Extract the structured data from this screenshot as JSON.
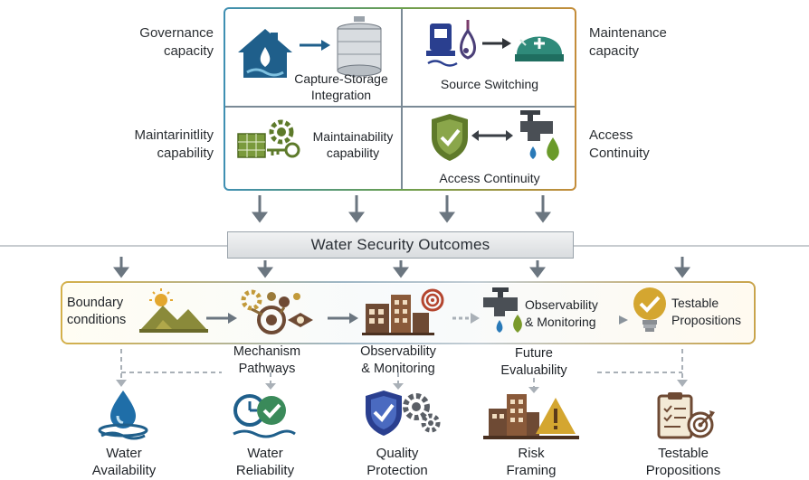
{
  "top_left_label": "Governance\ncapacity",
  "top_right_label": "Maintenance\ncapacity",
  "mid_left_label": "Maintarinitlity\ncapability",
  "mid_right_label": "Access\nContinuity",
  "cells": {
    "capture_storage": "Capture-Storage\nIntegration",
    "source_switching": "Source Switching",
    "maintainability": "Maintainability\ncapability",
    "access_continuity": "Access Continuity"
  },
  "banner": "Water Security Outcomes",
  "panel": {
    "boundary": "Boundary\nconditions",
    "observability_inner": "Observability\n& Monitoring",
    "testable_inner": "Testable\nPropositions"
  },
  "mid_labels": {
    "mechanism": "Mechanism\nPathways",
    "observability": "Observability\n& Monitoring",
    "future": "Future\nEvaluability"
  },
  "outcomes": {
    "availability": "Water\nAvailability",
    "reliability": "Water\nReliability",
    "quality": "Quality\nProtection",
    "risk": "Risk\nFraming",
    "testable": "Testable\nPropositions"
  },
  "colors": {
    "blue": "#1f5f8b",
    "green": "#5d8a3a",
    "olive": "#7d7a3a",
    "gold": "#d4a630",
    "brown": "#6e4a34",
    "red": "#b4452f",
    "arrow": "#6b7680"
  }
}
